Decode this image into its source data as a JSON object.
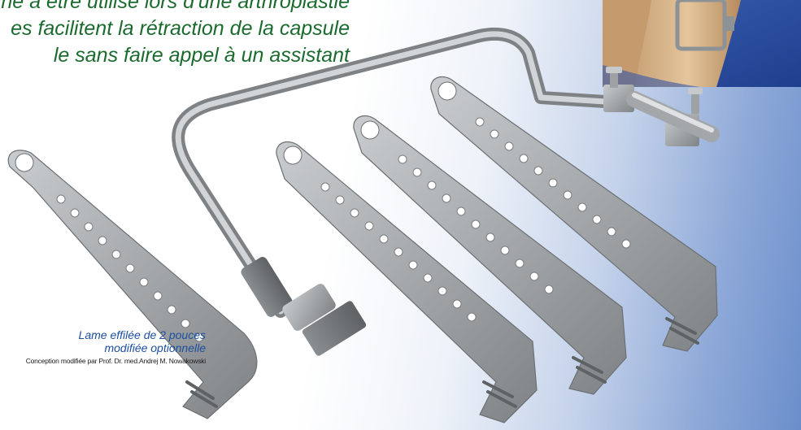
{
  "headline": {
    "lines": [
      "stiné à être utilisé lors d'une arthroplastie",
      "es facilitent la rétraction de la capsule",
      "le sans faire appel à un assistant"
    ]
  },
  "caption": {
    "title_line1": "Lame effilée de 2 pouces",
    "title_line2": "modifiée optionnelle",
    "credit": "Conception modifiée par Prof. Dr. med.Andrej M. Nowakowski"
  },
  "colors": {
    "headline": "#1b6b2e",
    "caption_title": "#1d4fa0",
    "steel": "#a7abae",
    "background_blue": "#6b8ecb"
  }
}
